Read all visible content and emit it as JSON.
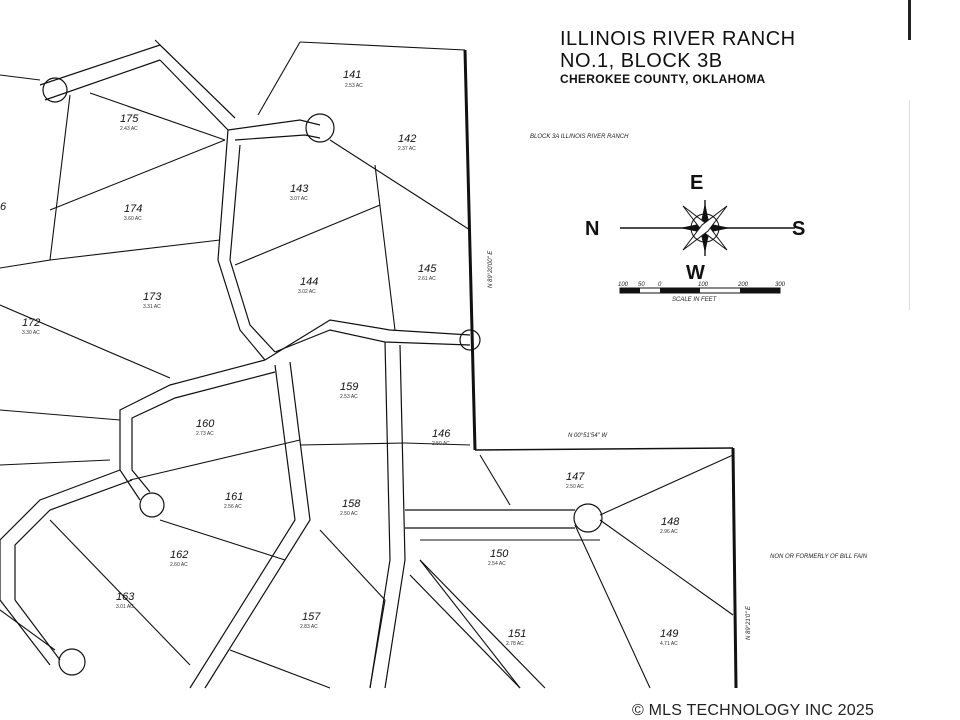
{
  "title": {
    "line1": "ILLINOIS RIVER RANCH",
    "line2": "NO.1,  BLOCK 3B",
    "line3": "CHEROKEE COUNTY, OKLAHOMA"
  },
  "compass": {
    "north": "N",
    "south": "S",
    "east": "E",
    "west": "W"
  },
  "scale_bar": {
    "label": "SCALE IN FEET",
    "ticks": [
      "100",
      "50",
      "0",
      "100",
      "200",
      "300"
    ]
  },
  "annotations": {
    "block_3a": "BLOCK 3A ILLINOIS RIVER RANCH",
    "non_ownership": "NON OR FORMERLY OF BILL FAIN",
    "bearing_1": "N 89°20'00\" E",
    "bearing_2": "N 00°51'54\" W",
    "bearing_3": "N 89°21'0\" E"
  },
  "lots": [
    {
      "number": "141",
      "acres": "2.53 AC"
    },
    {
      "number": "142",
      "acres": "2.37 AC"
    },
    {
      "number": "143",
      "acres": "3.07 AC"
    },
    {
      "number": "144",
      "acres": "3.02 AC"
    },
    {
      "number": "145",
      "acres": "2.61 AC"
    },
    {
      "number": "146",
      "acres": "2.50 AC"
    },
    {
      "number": "147",
      "acres": "2.50 AC"
    },
    {
      "number": "148",
      "acres": "2.96 AC"
    },
    {
      "number": "149",
      "acres": "4.71 AC"
    },
    {
      "number": "150",
      "acres": "2.54 AC"
    },
    {
      "number": "151",
      "acres": "2.78 AC"
    },
    {
      "number": "157",
      "acres": "2.83 AC"
    },
    {
      "number": "158",
      "acres": "2.50 AC"
    },
    {
      "number": "159",
      "acres": "2.53 AC"
    },
    {
      "number": "160",
      "acres": "2.73 AC"
    },
    {
      "number": "161",
      "acres": "2.56 AC"
    },
    {
      "number": "162",
      "acres": "2.60 AC"
    },
    {
      "number": "163",
      "acres": "3.01 AC"
    },
    {
      "number": "172",
      "acres": "3.30 AC"
    },
    {
      "number": "173",
      "acres": "3.31 AC"
    },
    {
      "number": "174",
      "acres": "3.60 AC"
    },
    {
      "number": "175",
      "acres": "2.43 AC"
    },
    {
      "number": "6",
      "acres": ""
    }
  ],
  "copyright": "© MLS TECHNOLOGY INC 2025",
  "colors": {
    "ink": "#111111",
    "background": "#ffffff"
  }
}
